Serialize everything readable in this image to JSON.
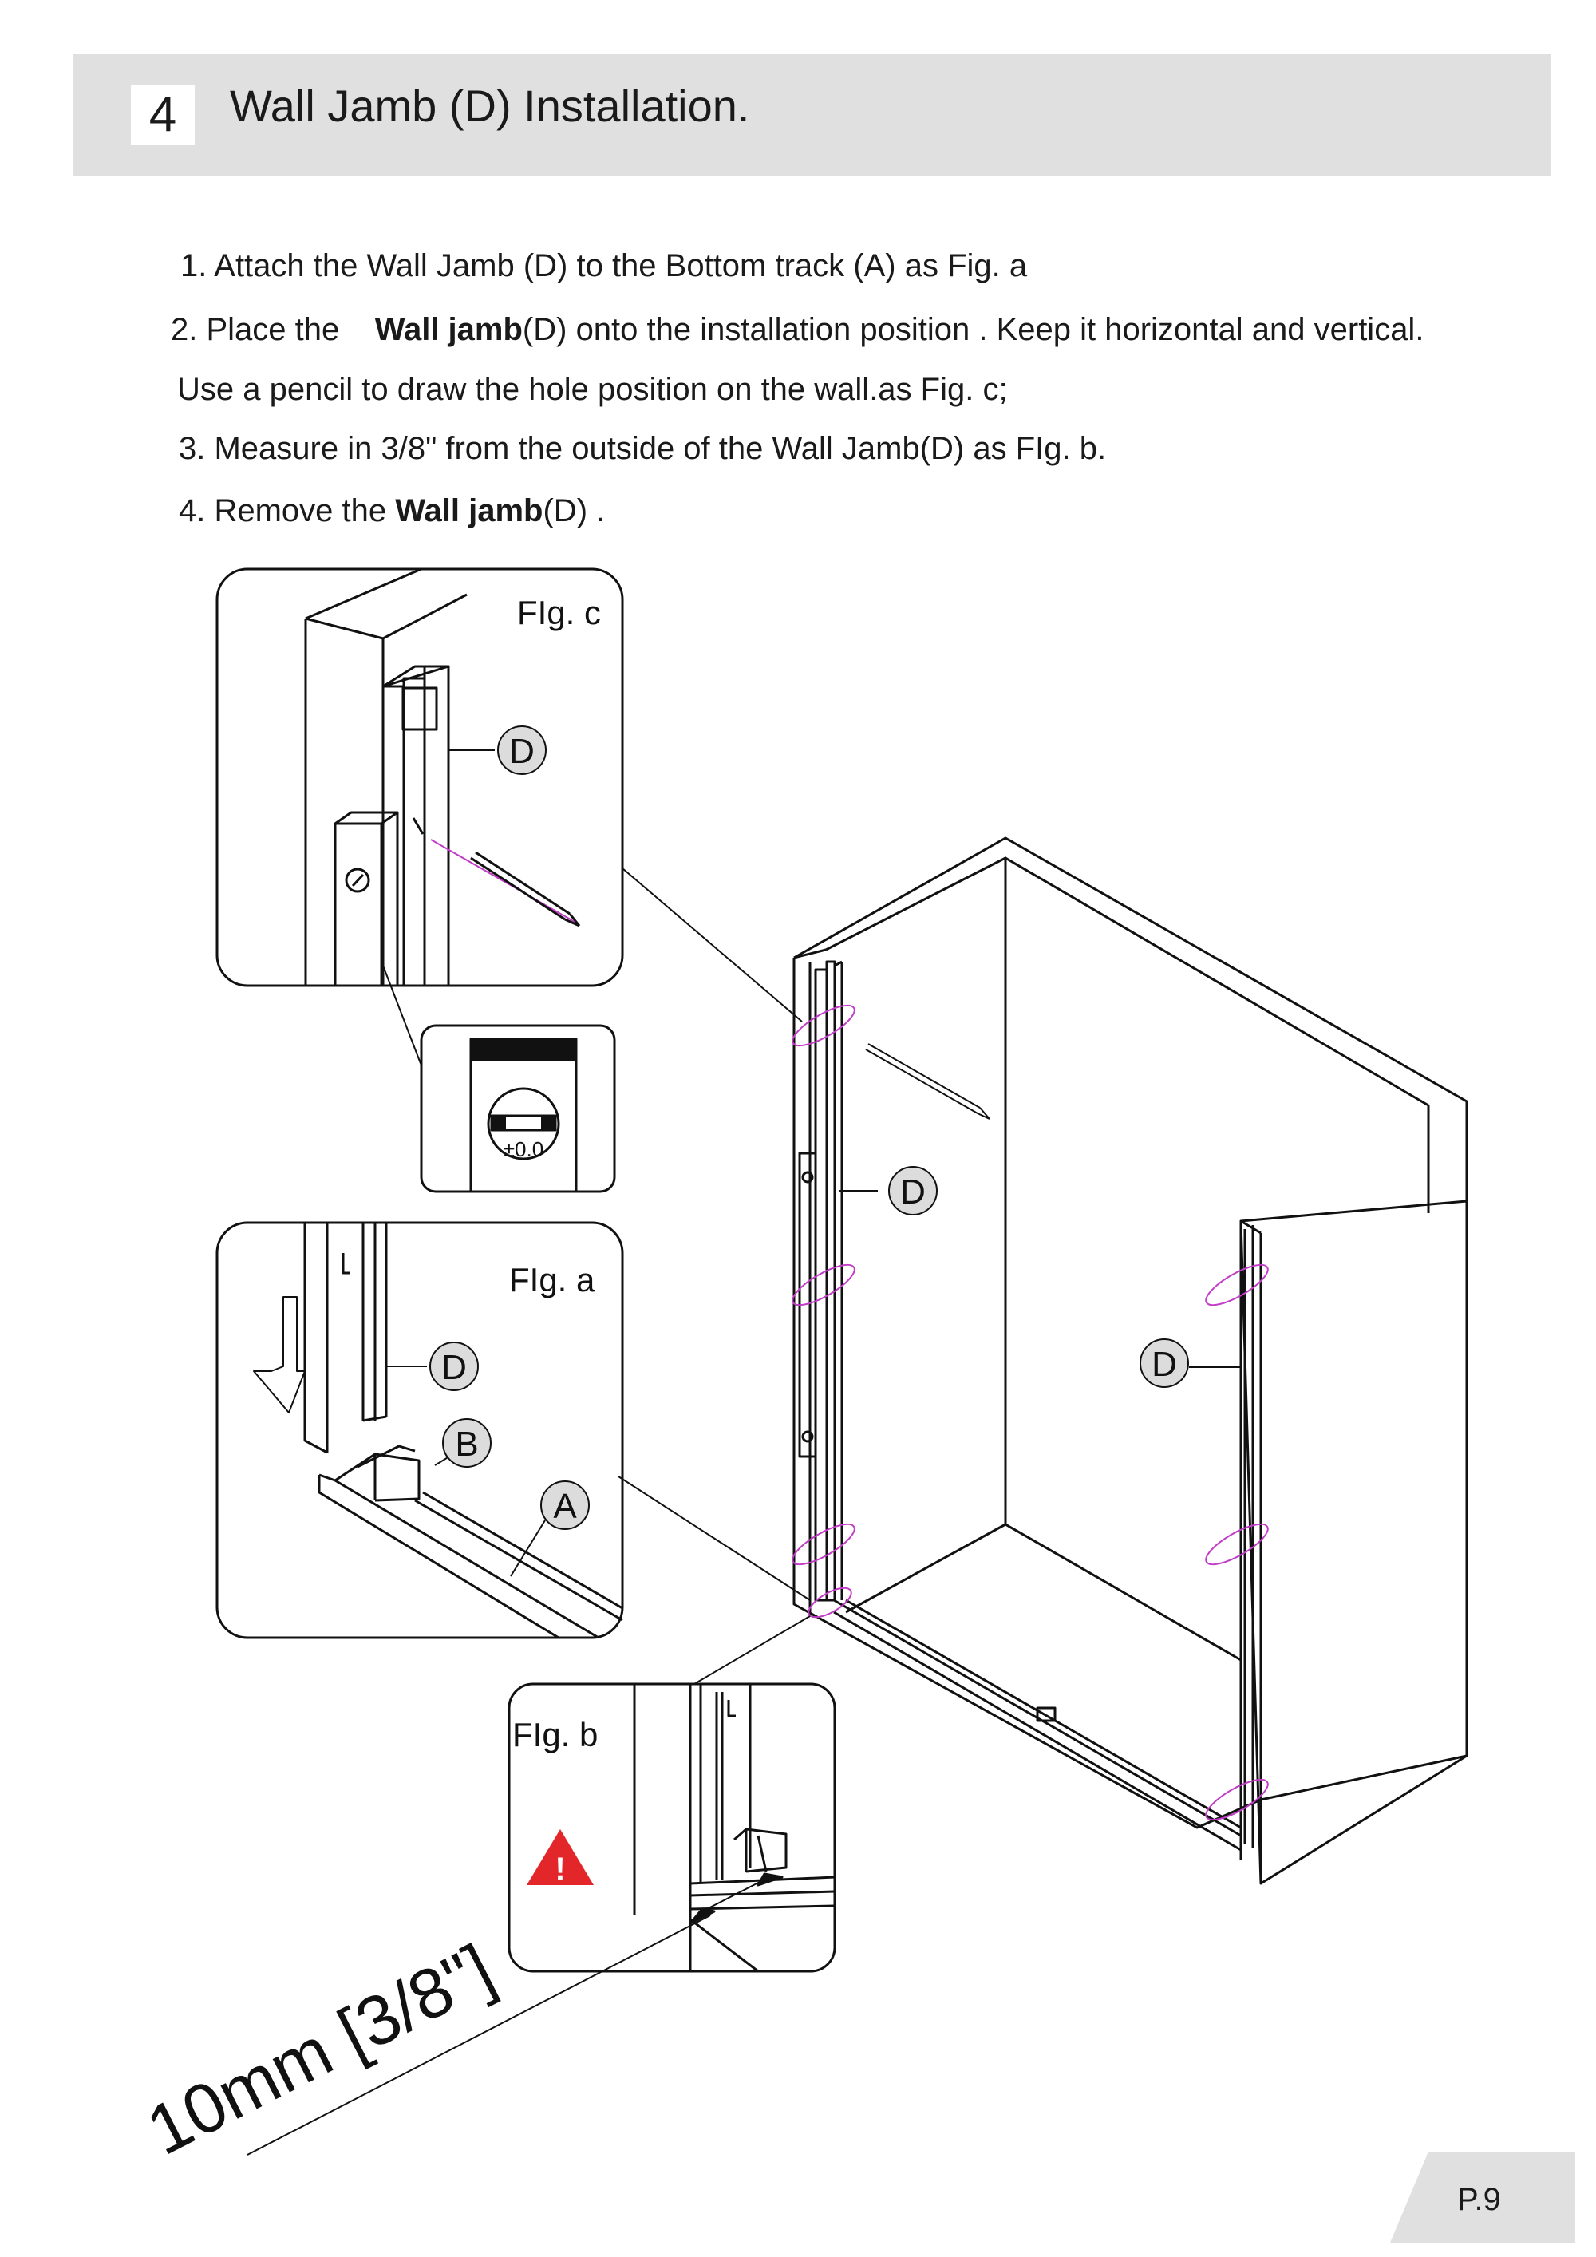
{
  "header": {
    "step_number": "4",
    "title": "Wall Jamb (D) Installation."
  },
  "instructions": {
    "step1": "1. Attach the Wall Jamb (D) to the Bottom track (A) as Fig. a",
    "step2_prefix": "2. Place the",
    "step2_bold": "Wall jamb",
    "step2_rest": "(D) onto the installation position . Keep it horizontal and vertical.",
    "step2_line2": "Use a pencil to draw the hole position on the wall.as Fig. c;",
    "step3": "3. Measure in 3/8\" from the outside of the Wall Jamb(D)  as FIg. b.",
    "step4_prefix": "4. Remove the",
    "step4_bold": "Wall jamb",
    "step4_rest": "(D) ."
  },
  "figures": {
    "fig_c": {
      "label": "FIg. c",
      "callout": "D",
      "level_reading": "±0.0"
    },
    "fig_a": {
      "label": "FIg. a",
      "callouts": [
        "D",
        "B",
        "A"
      ]
    },
    "fig_b": {
      "label": "FIg. b",
      "warning": "!"
    },
    "main": {
      "callouts": [
        "D",
        "D"
      ]
    }
  },
  "dimension": "10mm [3/8\"]",
  "page_number": "P.9",
  "colors": {
    "header_bg": "#e0e0e0",
    "warning_red": "#e3262a",
    "hole_marks": "#c23cc7"
  }
}
